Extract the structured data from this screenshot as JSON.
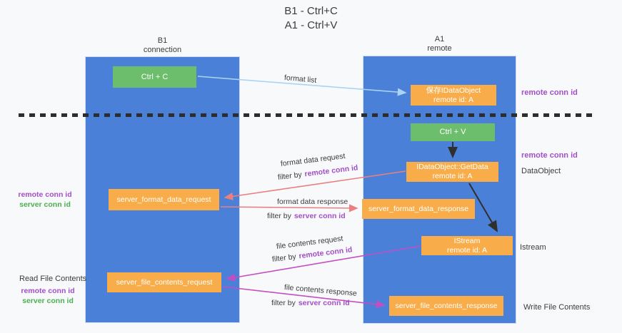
{
  "colors": {
    "lane_blue": "#4a80d8",
    "box_orange": "#f8ad4a",
    "box_green": "#6cbe6c",
    "purple_text": "#a24fc8",
    "green_text": "#4caf50",
    "salmon_arrow": "#e88080",
    "magenta_arrow": "#c34ec3",
    "blue_arrow": "#a9d4f3",
    "black_arrow": "#2f2f2f"
  },
  "title": {
    "line1": "B1 - Ctrl+C",
    "line2": "A1 - Ctrl+V"
  },
  "lanes": {
    "left": {
      "name": "B1",
      "role": "connection"
    },
    "right": {
      "name": "A1",
      "role": "remote"
    }
  },
  "terms": {
    "filter_by": "filter by",
    "remote_conn_id": "remote conn id",
    "server_conn_id": "server conn id"
  },
  "boxes": {
    "ctrl_c": {
      "label": "Ctrl + C"
    },
    "ctrl_v": {
      "label": "Ctrl + V"
    },
    "save_idataobject": {
      "line1": "保存IDataObject",
      "line2": "remote id: A"
    },
    "getdata": {
      "line1": "IDataObject::GetData",
      "line2": "remote id: A"
    },
    "istream": {
      "line1": "IStream",
      "line2": "remote id: A"
    },
    "server_format_data_request": {
      "label": "server_format_data_request"
    },
    "server_format_data_response": {
      "label": "server_format_data_response"
    },
    "server_file_contents_request": {
      "label": "server_file_contents_request"
    },
    "server_file_contents_response": {
      "label": "server_file_contents_response"
    }
  },
  "side_labels": {
    "dataobject": "DataObject",
    "istream": "Istream",
    "read_file_contents": "Read File Contents",
    "write_file_contents": "Write File Contents"
  },
  "arrow_labels": {
    "format_list": "format list",
    "format_data_request": "format data request",
    "format_data_response": "format data response",
    "file_contents_request": "file contents request",
    "file_contents_response": "file contents response"
  }
}
